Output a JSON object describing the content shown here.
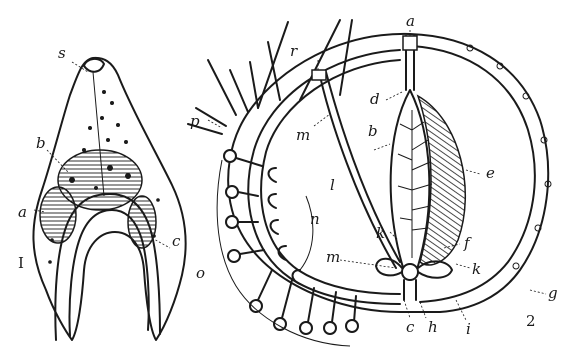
{
  "figure_1": {
    "number": "I",
    "labels": {
      "s": "s",
      "b": "b",
      "a": "a",
      "c": "c"
    }
  },
  "figure_2": {
    "number": "2",
    "labels": {
      "a": "a",
      "r": "r",
      "d": "d",
      "b": "b",
      "e": "e",
      "p": "p",
      "m_upper": "m",
      "l": "l",
      "n": "n",
      "o": "o",
      "m_lower": "m",
      "k_left": "k",
      "f": "f",
      "k_right": "k",
      "g": "g",
      "c": "c",
      "h": "h",
      "i": "i"
    }
  }
}
